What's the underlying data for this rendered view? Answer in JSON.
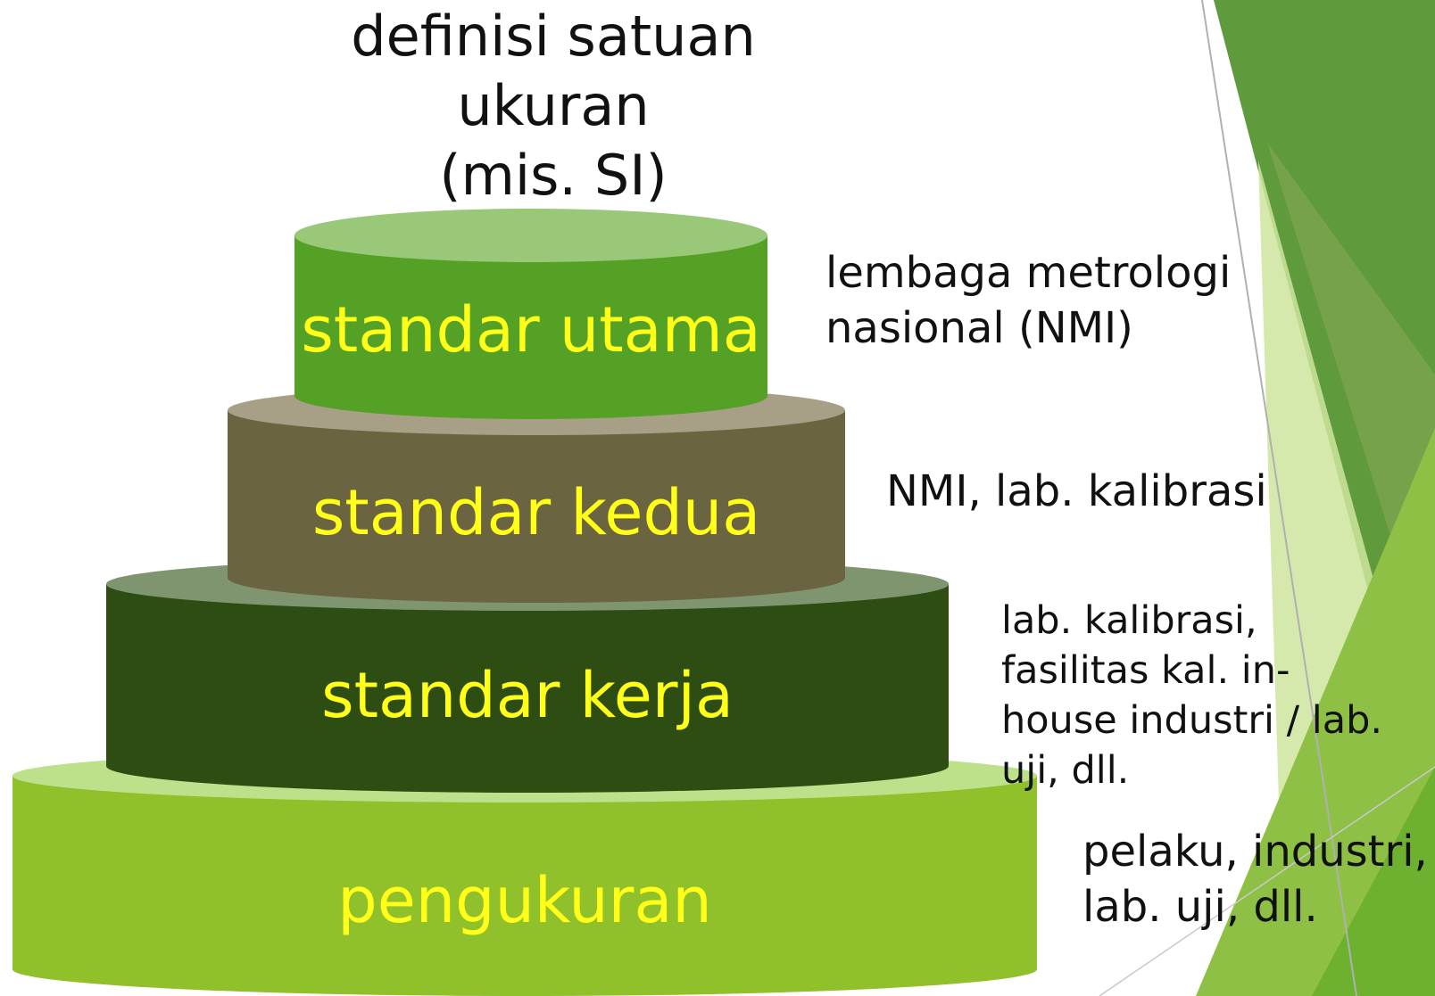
{
  "diagram": {
    "top_title": [
      "definisi satuan",
      "ukuran",
      "(mis. SI)"
    ],
    "tiers": [
      {
        "label": "standar utama",
        "role": [
          "lembaga metrologi",
          "nasional (NMI)"
        ]
      },
      {
        "label": "standar kedua",
        "role": [
          "NMI, lab. kalibrasi"
        ]
      },
      {
        "label": "standar kerja",
        "role": [
          "lab. kalibrasi,",
          "fasilitas kal. in-",
          "house industri / lab.",
          "uji, dll."
        ]
      },
      {
        "label": "pengukuran",
        "role": [
          "pelaku, industri,",
          "lab. uji, dll."
        ]
      }
    ]
  },
  "colors": {
    "tier1_body": "#55a125",
    "tier1_top": "#98c878",
    "tier2_body": "#6b6440",
    "tier2_top": "#a8a086",
    "tier3_body": "#2e4d12",
    "tier3_top": "#7e9570",
    "tier4_body": "#90c02a",
    "tier4_top": "#bde08a",
    "label_text": "#ffff1a",
    "accent_dark": "#5a9a3a",
    "accent_mid": "#8fc046",
    "accent_light": "#cfe59e"
  }
}
